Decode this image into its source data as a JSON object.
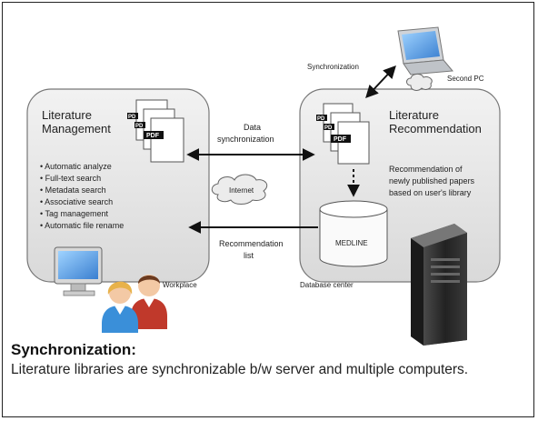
{
  "left_box": {
    "title_line1": "Literature",
    "title_line2": "Management",
    "features": [
      "• Automatic analyze",
      "• Full-text search",
      "• Metadata search",
      "• Associative search",
      "• Tag management",
      "• Automatic file rename"
    ],
    "footer_label": "Workplace",
    "pdf_label": "PDF",
    "pdf_label_cropped": "PD"
  },
  "right_box": {
    "title_line1": "Literature",
    "title_line2": "Recommendation",
    "description": [
      "Recommendation of",
      "newly published papers",
      "based on user's library"
    ],
    "db_label": "MEDLINE",
    "footer_label": "Database center"
  },
  "arrows": {
    "sync_line1": "Data",
    "sync_line2": "synchronization",
    "rec_line1": "Recommendation",
    "rec_line2": "list",
    "cloud_label": "Internet",
    "pc_sync_label": "Synchronization",
    "second_pc_label": "Second PC"
  },
  "caption": {
    "title": "Synchronization:",
    "text": "Literature libraries are synchronizable b/w server and multiple computers."
  },
  "colors": {
    "panel_fill": "#e8e8e8",
    "panel_stroke": "#777777",
    "arrow": "#111111",
    "person1_shirt": "#3a8fd9",
    "person1_hair": "#e8b24a",
    "person2_shirt": "#c0392b",
    "person2_hair": "#6b3a1f",
    "server": "#2c2c2c"
  }
}
